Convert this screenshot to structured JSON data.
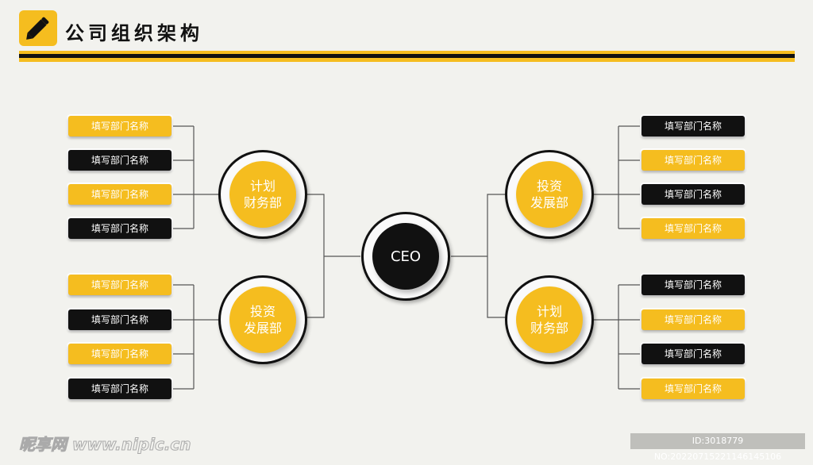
{
  "header": {
    "title": "公司组织架构",
    "icon": "pencil-icon"
  },
  "colors": {
    "accent": "#f5bd1f",
    "dark": "#111111",
    "background": "#f2f2ee"
  },
  "ceo": {
    "label": "CEO"
  },
  "left_groups": [
    {
      "dept_line1": "计划",
      "dept_line2": "财务部",
      "items": [
        {
          "label": "填写部门名称",
          "color": "yellow"
        },
        {
          "label": "填写部门名称",
          "color": "black"
        },
        {
          "label": "填写部门名称",
          "color": "yellow"
        },
        {
          "label": "填写部门名称",
          "color": "black"
        }
      ]
    },
    {
      "dept_line1": "投资",
      "dept_line2": "发展部",
      "items": [
        {
          "label": "填写部门名称",
          "color": "yellow"
        },
        {
          "label": "填写部门名称",
          "color": "black"
        },
        {
          "label": "填写部门名称",
          "color": "yellow"
        },
        {
          "label": "填写部门名称",
          "color": "black"
        }
      ]
    }
  ],
  "right_groups": [
    {
      "dept_line1": "投资",
      "dept_line2": "发展部",
      "items": [
        {
          "label": "填写部门名称",
          "color": "black"
        },
        {
          "label": "填写部门名称",
          "color": "yellow"
        },
        {
          "label": "填写部门名称",
          "color": "black"
        },
        {
          "label": "填写部门名称",
          "color": "yellow"
        }
      ]
    },
    {
      "dept_line1": "计划",
      "dept_line2": "财务部",
      "items": [
        {
          "label": "填写部门名称",
          "color": "black"
        },
        {
          "label": "填写部门名称",
          "color": "yellow"
        },
        {
          "label": "填写部门名称",
          "color": "black"
        },
        {
          "label": "填写部门名称",
          "color": "yellow"
        }
      ]
    }
  ],
  "watermark": {
    "text": "昵享网 www.nipic.cn",
    "id": "ID:3018779 NO:20220715221146145106"
  }
}
